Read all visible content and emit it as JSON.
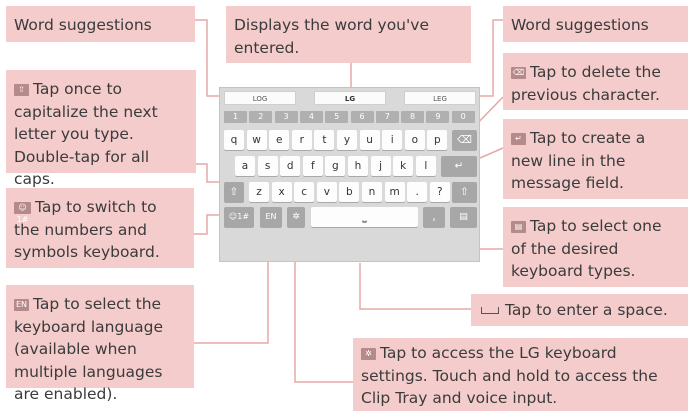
{
  "callouts": {
    "word_suggestions_left": "Word suggestions",
    "displays_word": "Displays the word you've entered.",
    "word_suggestions_right": "Word suggestions",
    "shift": "Tap once to capitalize the next letter you type. Double-tap for all caps.",
    "delete": "Tap to delete the previous character.",
    "enter": "Tap to create a new line in the message field.",
    "symbols": "Tap to switch to the numbers and symbols keyboard.",
    "keyboard_type": "Tap to select one of the desired keyboard types.",
    "language": "Tap to select the keyboard language (available when multiple languages are enabled).",
    "space": "Tap to enter a space.",
    "settings": "Tap to access the LG keyboard settings. Touch and hold to access the Clip Tray and voice input."
  },
  "icons": {
    "shift": "shift-arrow-icon",
    "delete": "backspace-icon",
    "enter": "enter-icon",
    "symbols": "symbols-icon",
    "symbols_glyph": "☺1#",
    "keyboard_type": "keyboard-type-icon",
    "language": "language-icon",
    "language_glyph": "EN",
    "space": "space-icon",
    "settings": "gear-icon"
  },
  "keyboard": {
    "suggestions": [
      "LOG",
      "LG",
      "LEG"
    ],
    "numbers": [
      "1",
      "2",
      "3",
      "4",
      "5",
      "6",
      "7",
      "8",
      "9",
      "0"
    ],
    "row1": [
      "q",
      "w",
      "e",
      "r",
      "t",
      "y",
      "u",
      "i",
      "o",
      "p"
    ],
    "row2": [
      "a",
      "s",
      "d",
      "f",
      "g",
      "h",
      "j",
      "k",
      "l"
    ],
    "row3": [
      "z",
      "x",
      "c",
      "v",
      "b",
      "n",
      "m",
      ".",
      "?"
    ],
    "sym_key": "☺1#",
    "lang_key": "EN",
    "comma_key": ","
  },
  "colors": {
    "callout_bg": "#f3cccb",
    "keyboard_bg": "#d9d9d9",
    "line": "#e6a8a6"
  }
}
